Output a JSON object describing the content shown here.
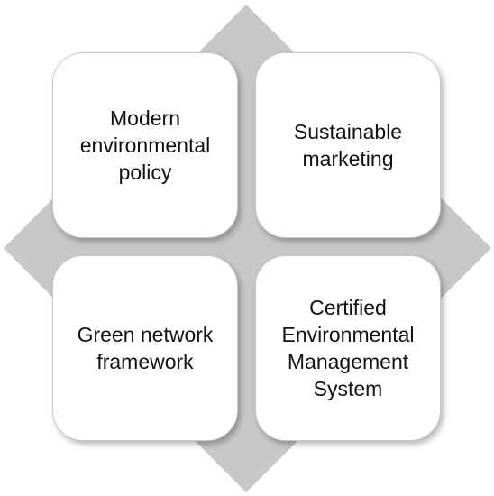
{
  "colors": {
    "diamond": "#c8c8c8",
    "box_fill": "#ffffff",
    "box_border": "#c9c9c9",
    "text": "#111111"
  },
  "boxes": {
    "top_left": "Modern\nenvironmental\npolicy",
    "top_right": "Sustainable\nmarketing",
    "bottom_left": "Green network\nframework",
    "bottom_right": "Certified\nEnvironmental\nManagement\nSystem"
  }
}
